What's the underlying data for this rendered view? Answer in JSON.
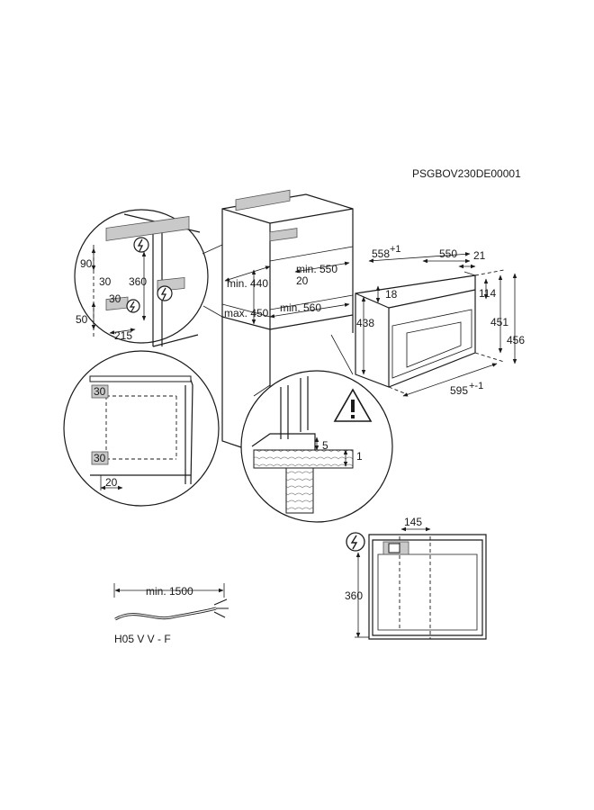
{
  "header": {
    "code": "PSGBOV230DE00001"
  },
  "oven": {
    "depth_total": "558",
    "depth_total_tol": "+1",
    "depth_body": "550",
    "front_offset": "21",
    "top_gap": "18",
    "panel_height": "114",
    "height_body": "451",
    "height_total": "456",
    "inner_height": "438",
    "width": "595",
    "width_tol": "+-1"
  },
  "niche": {
    "min_depth": "min. 550",
    "gap": "20",
    "min_height": "min. 440",
    "max_height": "max. 450",
    "min_width": "min. 560"
  },
  "detail_top_left": {
    "d90": "90",
    "d30_a": "30",
    "d360": "360",
    "d30_b": "30",
    "d50": "50",
    "d215": "215"
  },
  "detail_mid_left": {
    "d30_top": "30",
    "d30_bottom": "30",
    "d20": "20"
  },
  "detail_mounting": {
    "d5": "5",
    "d1": "1"
  },
  "socket_view": {
    "d145": "145",
    "d360": "360"
  },
  "cable": {
    "min_length": "min. 1500",
    "type": "H05 V V - F"
  },
  "icons": [
    "electrical-hazard-icon",
    "warning-triangle-icon"
  ]
}
